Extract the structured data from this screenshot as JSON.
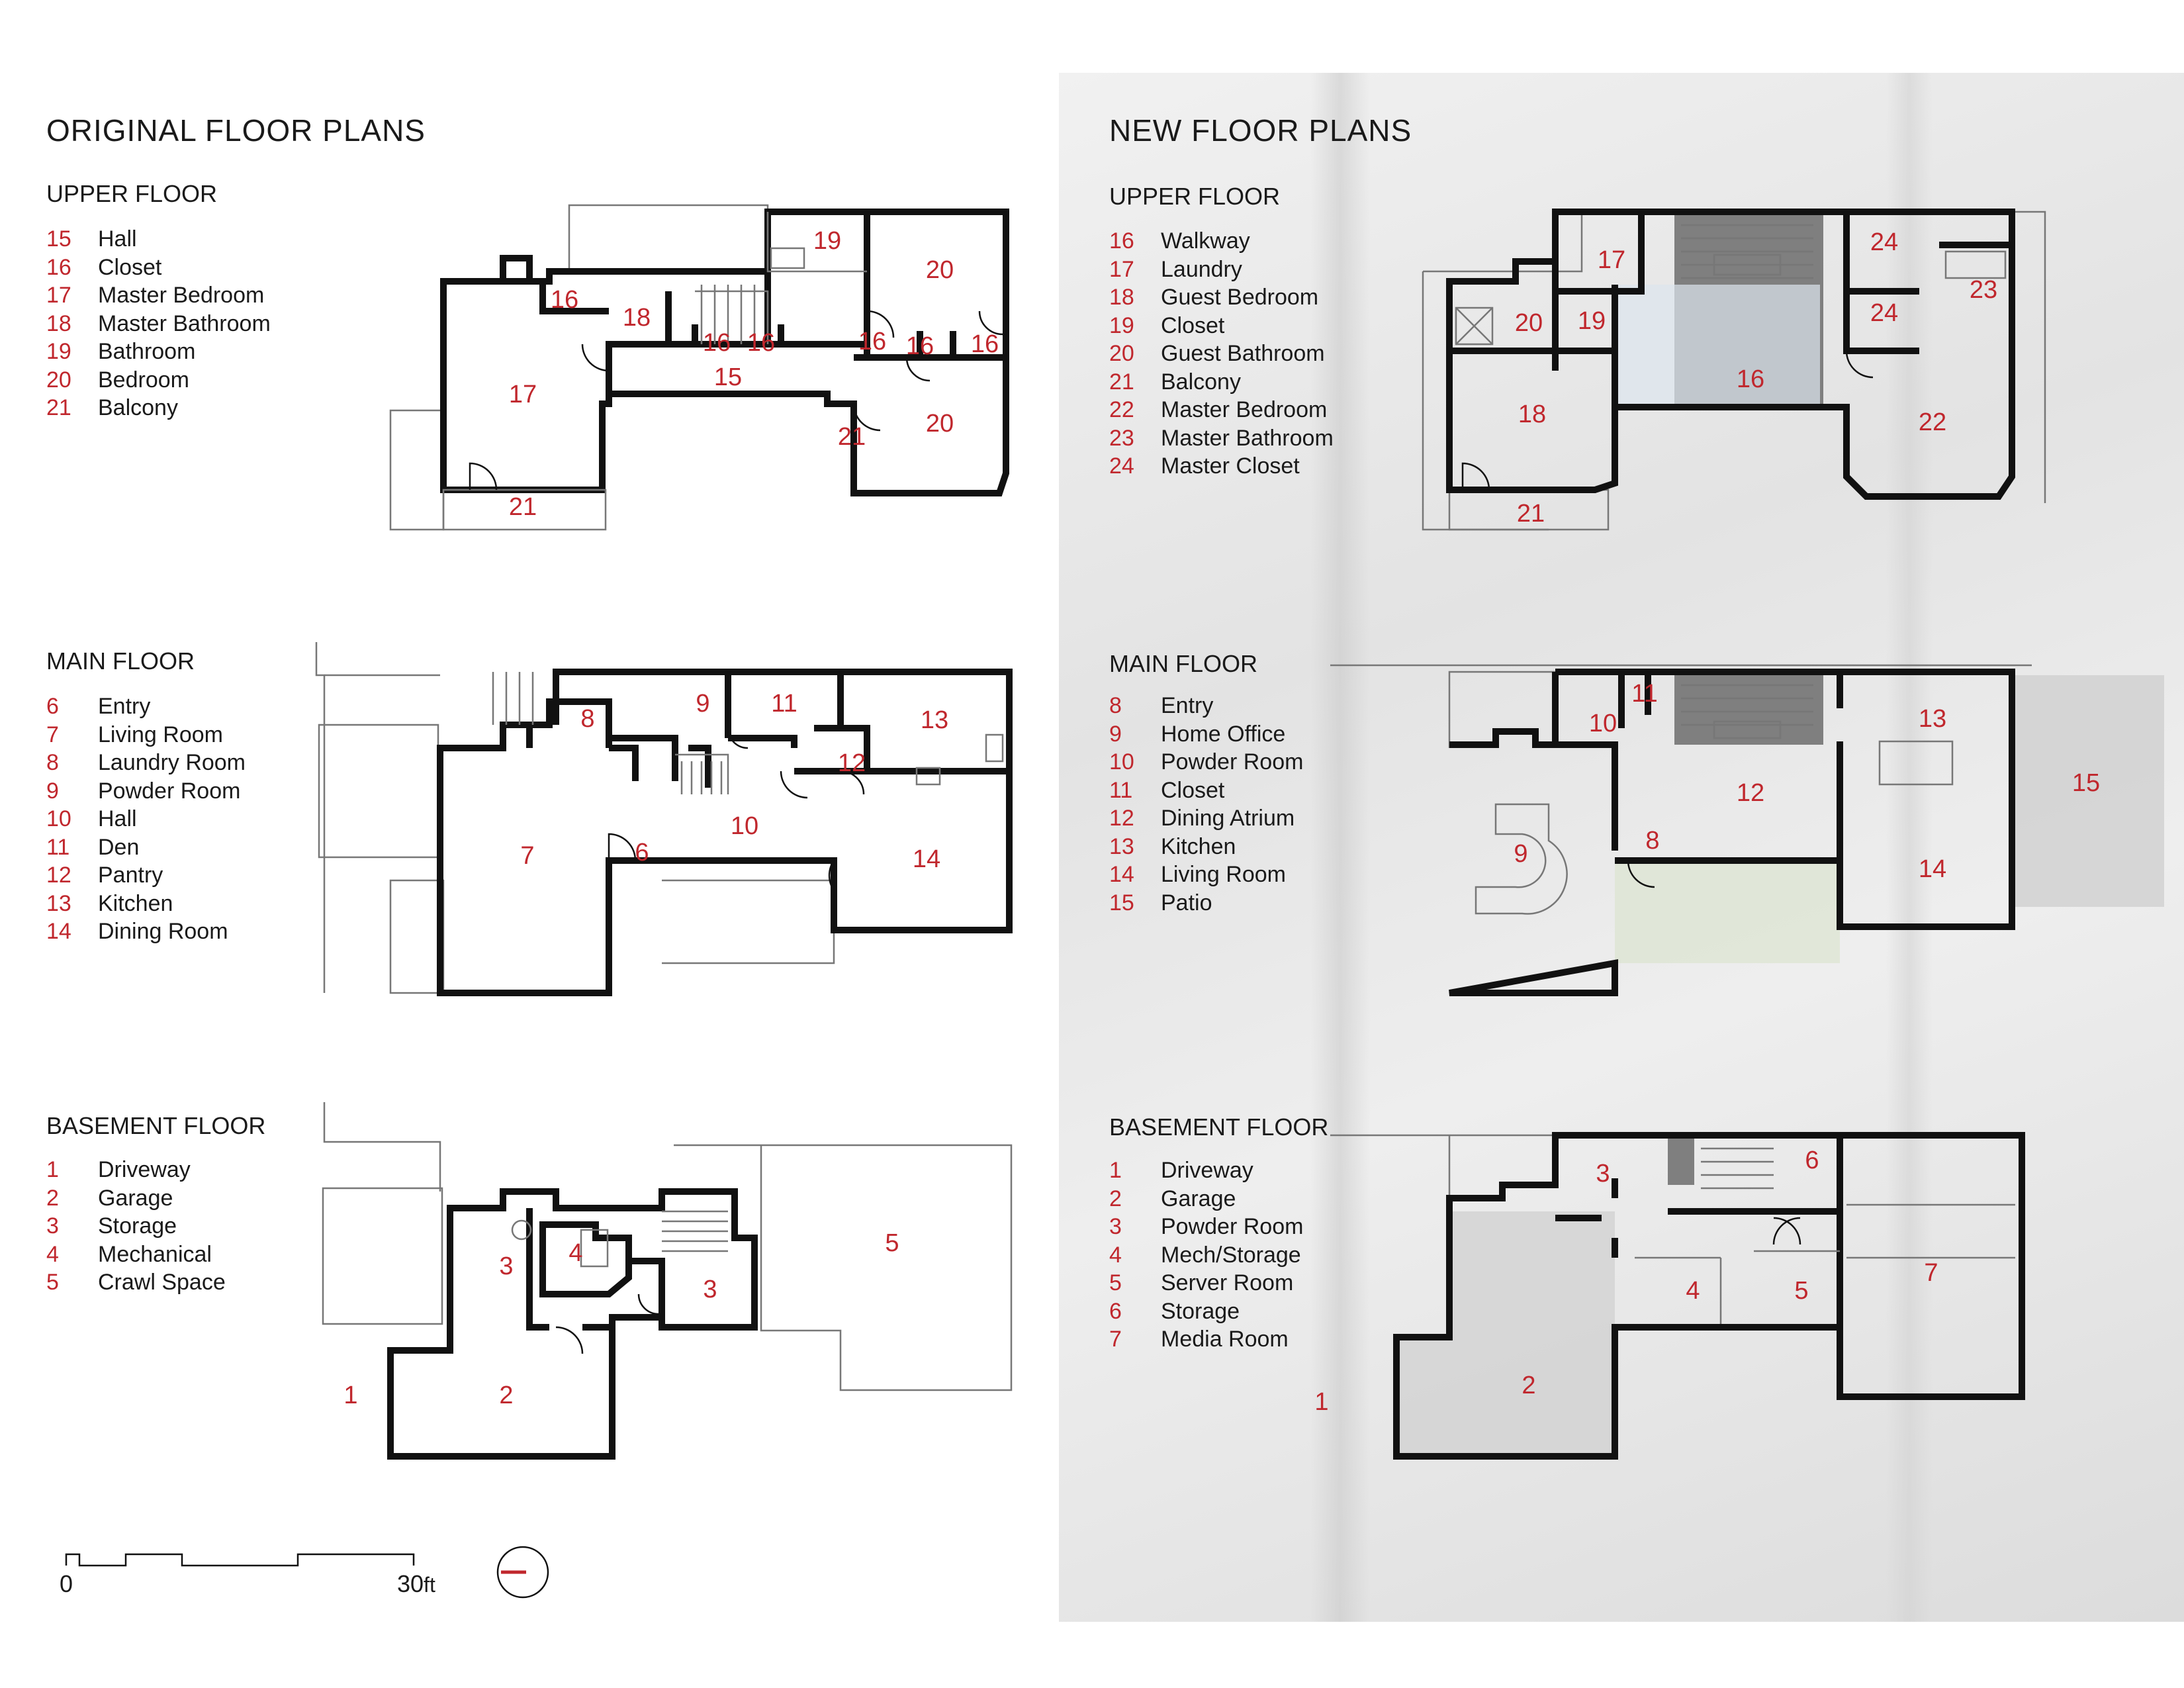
{
  "original": {
    "title": "ORIGINAL FLOOR PLANS",
    "floors": [
      {
        "title": "UPPER FLOOR",
        "legend": [
          {
            "num": "15",
            "name": "Hall"
          },
          {
            "num": "16",
            "name": "Closet"
          },
          {
            "num": "17",
            "name": "Master Bedroom"
          },
          {
            "num": "18",
            "name": "Master Bathroom"
          },
          {
            "num": "19",
            "name": "Bathroom"
          },
          {
            "num": "20",
            "name": "Bedroom"
          },
          {
            "num": "21",
            "name": "Balcony"
          }
        ]
      },
      {
        "title": "MAIN FLOOR",
        "legend": [
          {
            "num": "6",
            "name": "Entry"
          },
          {
            "num": "7",
            "name": "Living Room"
          },
          {
            "num": "8",
            "name": "Laundry Room"
          },
          {
            "num": "9",
            "name": "Powder Room"
          },
          {
            "num": "10",
            "name": "Hall"
          },
          {
            "num": "11",
            "name": "Den"
          },
          {
            "num": "12",
            "name": "Pantry"
          },
          {
            "num": "13",
            "name": "Kitchen"
          },
          {
            "num": "14",
            "name": "Dining Room"
          }
        ]
      },
      {
        "title": "BASEMENT FLOOR",
        "legend": [
          {
            "num": "1",
            "name": "Driveway"
          },
          {
            "num": "2",
            "name": "Garage"
          },
          {
            "num": "3",
            "name": "Storage"
          },
          {
            "num": "4",
            "name": "Mechanical"
          },
          {
            "num": "5",
            "name": "Crawl Space"
          }
        ]
      }
    ]
  },
  "new": {
    "title": "NEW FLOOR PLANS",
    "floors": [
      {
        "title": "UPPER FLOOR",
        "legend": [
          {
            "num": "16",
            "name": "Walkway"
          },
          {
            "num": "17",
            "name": "Laundry"
          },
          {
            "num": "18",
            "name": "Guest Bedroom"
          },
          {
            "num": "19",
            "name": "Closet"
          },
          {
            "num": "20",
            "name": "Guest Bathroom"
          },
          {
            "num": "21",
            "name": "Balcony"
          },
          {
            "num": "22",
            "name": "Master Bedroom"
          },
          {
            "num": "23",
            "name": "Master Bathroom"
          },
          {
            "num": "24",
            "name": "Master Closet"
          }
        ]
      },
      {
        "title": "MAIN FLOOR",
        "legend": [
          {
            "num": "8",
            "name": "Entry"
          },
          {
            "num": "9",
            "name": "Home Office"
          },
          {
            "num": "10",
            "name": "Powder Room"
          },
          {
            "num": "11",
            "name": "Closet"
          },
          {
            "num": "12",
            "name": "Dining Atrium"
          },
          {
            "num": "13",
            "name": "Kitchen"
          },
          {
            "num": "14",
            "name": "Living Room"
          },
          {
            "num": "15",
            "name": "Patio"
          }
        ]
      },
      {
        "title": "BASEMENT FLOOR",
        "legend": [
          {
            "num": "1",
            "name": "Driveway"
          },
          {
            "num": "2",
            "name": "Garage"
          },
          {
            "num": "3",
            "name": "Powder Room"
          },
          {
            "num": "4",
            "name": "Mech/Storage"
          },
          {
            "num": "5",
            "name": "Server Room"
          },
          {
            "num": "6",
            "name": "Storage"
          },
          {
            "num": "7",
            "name": "Media Room"
          }
        ]
      }
    ]
  },
  "plan_labels": {
    "orig_upper": [
      "16",
      "18",
      "16",
      "16",
      "19",
      "20",
      "16",
      "16",
      "16",
      "17",
      "15",
      "21",
      "20",
      "21"
    ],
    "orig_main": [
      "8",
      "9",
      "11",
      "13",
      "12",
      "10",
      "7",
      "6",
      "14"
    ],
    "orig_base": [
      "3",
      "4",
      "3",
      "5",
      "1",
      "2"
    ],
    "new_upper": [
      "17",
      "24",
      "23",
      "24",
      "20",
      "19",
      "16",
      "18",
      "22",
      "21"
    ],
    "new_main": [
      "11",
      "10",
      "13",
      "12",
      "15",
      "9",
      "8",
      "14"
    ],
    "new_base": [
      "3",
      "6",
      "4",
      "5",
      "7",
      "1",
      "2"
    ]
  },
  "scale_bar": {
    "start": "0",
    "end": "30",
    "unit": "ft"
  },
  "colors": {
    "room_number": "#c0272d",
    "wall": "#111111"
  },
  "icons": {
    "north": "north-arrow-icon"
  }
}
